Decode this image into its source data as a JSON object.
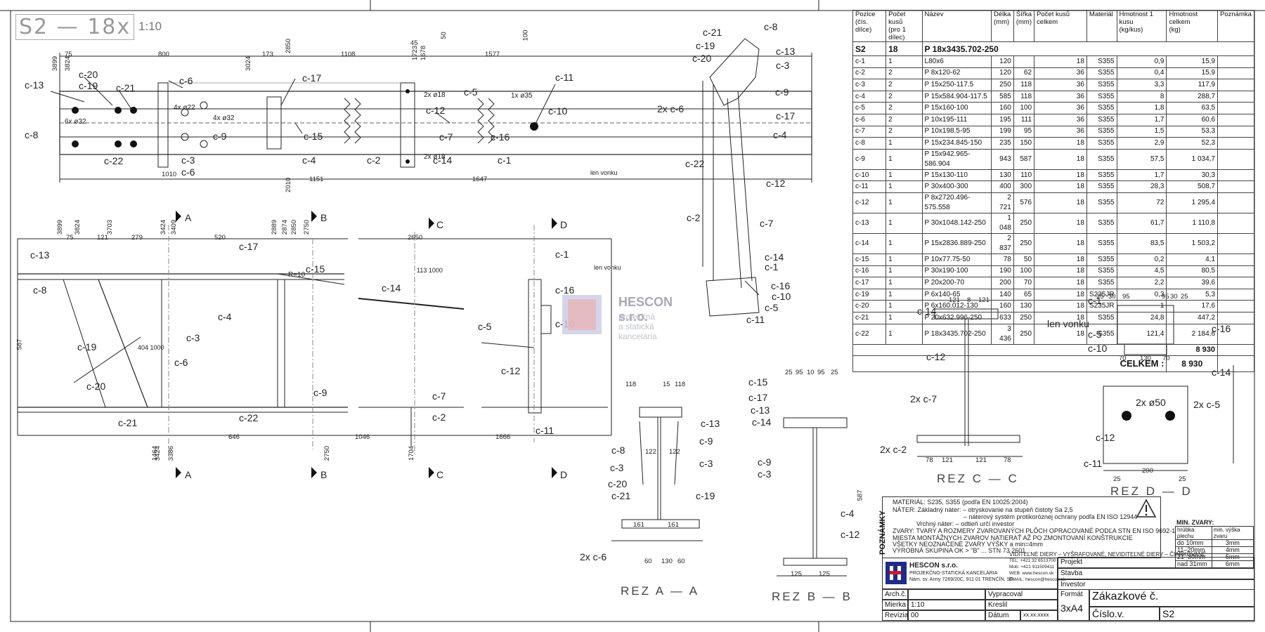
{
  "drawing": {
    "title": "S2 — 18x",
    "scale": "1:10",
    "colors": {
      "line": "#222222",
      "watermark_blue": "#c9cbe6",
      "watermark_red": "#e8b4b8"
    }
  },
  "part_labels_top": [
    "c-13",
    "c-20",
    "c-19",
    "c-21",
    "c-6",
    "c-8",
    "c-22",
    "c-3",
    "c-6",
    "c-9",
    "c-17",
    "c-15",
    "c-4",
    "c-2",
    "c-12",
    "c-7",
    "c-14",
    "c-5",
    "c-16",
    "c-1",
    "c-11",
    "c-10"
  ],
  "top_notes": {
    "holes_a": "6x ø32",
    "holes_b": "4x ø22",
    "holes_c": "4x ø32",
    "holes_d": "2x ø18",
    "holes_e": "2x ø18",
    "holes_f": "1x ø35",
    "len_vonku": "len vonku"
  },
  "top_dims": [
    "3899",
    "3824",
    "75",
    "800",
    "173",
    "2850",
    "1108",
    "1577",
    "2010",
    "3024",
    "1010",
    "1151",
    "1647",
    "1723",
    "45",
    "1678",
    "50",
    "100"
  ],
  "iso_labels": [
    "c-21",
    "c-19",
    "c-20",
    "c-8",
    "c-13",
    "c-3",
    "2x c-6",
    "c-9",
    "c-17",
    "c-4",
    "c-22",
    "c-12",
    "c-2",
    "c-7",
    "c-14",
    "c-1",
    "c-16",
    "c-10",
    "c-5",
    "c-11"
  ],
  "mid_labels": [
    "c-13",
    "c-8",
    "c-19",
    "c-20",
    "c-21",
    "c-22",
    "c-17",
    "c-15",
    "c-4",
    "c-3",
    "c-6",
    "c-9",
    "c-14",
    "c-7",
    "c-2",
    "c-1",
    "c-16",
    "c-5",
    "c-10",
    "c-12",
    "c-11"
  ],
  "mid_notes": {
    "r": "R=10",
    "slope1": "113 1000",
    "slope2": "404 1000",
    "len_vonku": "len vonku"
  },
  "mid_dims": [
    "3899",
    "3824",
    "75",
    "121",
    "3703",
    "279",
    "3424",
    "3409",
    "520",
    "2889",
    "2874",
    "2850",
    "2750",
    "2650",
    "587",
    "646",
    "1046",
    "1666",
    "2750",
    "3386",
    "3424",
    "1464",
    "1704"
  ],
  "section_marks": [
    "A",
    "B",
    "C",
    "D"
  ],
  "sections": [
    {
      "title": "REZ A — A",
      "labels": [
        "c-8",
        "c-3",
        "c-20",
        "c-21",
        "2x c-6",
        "c-13",
        "c-9",
        "c-3",
        "c-19"
      ],
      "dims": [
        "118",
        "15",
        "118",
        "122",
        "122",
        "161",
        "161",
        "60",
        "130",
        "60"
      ]
    },
    {
      "title": "REZ B — B",
      "labels": [
        "c-15",
        "c-17",
        "c-13",
        "c-14",
        "c-9",
        "c-3",
        "c-4",
        "c-12"
      ],
      "dims": [
        "25",
        "95",
        "10",
        "95",
        "25",
        "125",
        "125",
        "587"
      ]
    },
    {
      "title": "REZ C — C",
      "labels": [
        "c-14",
        "c-12",
        "2x c-7",
        "2x c-2"
      ],
      "dims": [
        "121",
        "8",
        "121",
        "78",
        "121",
        "121",
        "78"
      ]
    },
    {
      "title": "REZ D — D",
      "labels": [
        "c-1",
        "len vonku",
        "c-5",
        "c-10",
        "c-16",
        "c-14",
        "2x ø50",
        "2x c-5",
        "c-12",
        "c-11"
      ],
      "dims": [
        "25",
        "30",
        "95",
        "95",
        "30",
        "25",
        "70",
        "130",
        "70",
        "200",
        "25",
        "25"
      ]
    }
  ],
  "bom": {
    "headers": [
      "Pozice\n(čís. dílce)",
      "Počet kusů\n(pro 1 dílec)",
      "Název",
      "Délka\n(mm)",
      "Šířka\n(mm)",
      "Počet kusů celkem",
      "Materiál",
      "Hmotnost 1 kusu\n(kg/kus)",
      "Hmotnost celkem\n(kg)",
      "Poznámka"
    ],
    "main": {
      "pos": "S2",
      "count": "18",
      "name": "P 18x3435.702-250"
    },
    "rows": [
      [
        "c-1",
        "1",
        "L80x6",
        "120",
        "",
        "18",
        "S355",
        "0,9",
        "15,9"
      ],
      [
        "c-2",
        "2",
        "P 8x120-62",
        "120",
        "62",
        "36",
        "S355",
        "0,4",
        "15,9"
      ],
      [
        "c-3",
        "2",
        "P 15x250-117.5",
        "250",
        "118",
        "36",
        "S355",
        "3,3",
        "117,9"
      ],
      [
        "c-4",
        "2",
        "P 15x584.904-117.5",
        "585",
        "118",
        "36",
        "S355",
        "8",
        "288,7"
      ],
      [
        "c-5",
        "2",
        "P 15x160-100",
        "160",
        "100",
        "36",
        "S355",
        "1,8",
        "63,5"
      ],
      [
        "c-6",
        "2",
        "P 10x195-111",
        "195",
        "111",
        "36",
        "S355",
        "1,7",
        "60,6"
      ],
      [
        "c-7",
        "2",
        "P 10x198.5-95",
        "199",
        "95",
        "36",
        "S355",
        "1,5",
        "53,3"
      ],
      [
        "c-8",
        "1",
        "P 15x234.845-150",
        "235",
        "150",
        "18",
        "S355",
        "2,9",
        "52,3"
      ],
      [
        "c-9",
        "1",
        "P 15x942.965-586.904",
        "943",
        "587",
        "18",
        "S355",
        "57,5",
        "1 034,7"
      ],
      [
        "c-10",
        "1",
        "P 15x130-110",
        "130",
        "110",
        "18",
        "S355",
        "1,7",
        "30,3"
      ],
      [
        "c-11",
        "1",
        "P 30x400-300",
        "400",
        "300",
        "18",
        "S355",
        "28,3",
        "508,7"
      ],
      [
        "c-12",
        "1",
        "P 8x2720.496-575.558",
        "2 721",
        "576",
        "18",
        "S355",
        "72",
        "1 295,4"
      ],
      [
        "c-13",
        "1",
        "P 30x1048.142-250",
        "1 048",
        "250",
        "18",
        "S355",
        "61,7",
        "1 110,8"
      ],
      [
        "c-14",
        "1",
        "P 15x2836.889-250",
        "2 837",
        "250",
        "18",
        "S355",
        "83,5",
        "1 503,2"
      ],
      [
        "c-15",
        "1",
        "P 10x77.75-50",
        "78",
        "50",
        "18",
        "S355",
        "0,2",
        "4,1"
      ],
      [
        "c-16",
        "1",
        "P 30x190-100",
        "190",
        "100",
        "18",
        "S355",
        "4,5",
        "80,5"
      ],
      [
        "c-17",
        "1",
        "P 20x200-70",
        "200",
        "70",
        "18",
        "S355",
        "2,2",
        "39,6"
      ],
      [
        "c-19",
        "1",
        "P 6x140-65",
        "140",
        "65",
        "18",
        "S235JR",
        "0,3",
        "5,3"
      ],
      [
        "c-20",
        "1",
        "P 6x160.012-130",
        "160",
        "130",
        "18",
        "S235JR",
        "1",
        "17,6"
      ],
      [
        "c-21",
        "1",
        "P 20x632.996-250",
        "633",
        "250",
        "18",
        "S355",
        "24,8",
        "447,2"
      ],
      [
        "c-22",
        "1",
        "P 18x3435.702-250",
        "3 436",
        "250",
        "18",
        "S355",
        "121,4",
        "2 184,6"
      ]
    ],
    "total": "8 930",
    "celkem_label": "CELKEM :",
    "celkem_value": "8 930"
  },
  "watermark": {
    "name": "HESCON s.r.o.",
    "line1": "projekčná",
    "line2": "a statická kancelária"
  },
  "notes": {
    "vertical": "POZNÁMKY",
    "material": "MATERIÁL:  S235, S355  (podľa EN 10025:2004)",
    "nater": "NÁTER:   Základný náter:  – otryskovanie na stupeň čistoty Sa 2,5",
    "nater2": "– náterový systém protikoróznej ochrany podľa EN ISO 12944",
    "nater3": "Vrchný náter:  – odtieň určí investor",
    "zvary": "ZVARY: TVARY A ROZMERY ZVAROVANÝCH PLÔCH OPRACOVANÉ PODĽA STN EN ISO 9692-1",
    "l1": "MIESTA MONTÁŽNYCH ZVAROV NATIERAŤ AŽ PO ZMONTOVANÍ KONŠTRUKCIE",
    "l2": "VŠETKY NEOZNAČENÉ ZVARY VÝŠKY a min=4mm",
    "l3": "VÝROBNÁ SKUPINA OK > \"B\" ... STN 73 2601",
    "diery": "VIDITEĽNÉ DIERY – VYŠRAFOVANÉ, NEVIDITEĽNÉ DIERY – ČIARKOVANÉ"
  },
  "min_zvary": {
    "title": "MIN. ZVARY:",
    "h1": "hrúbka plechu",
    "h2": "min. výška zvaru",
    "rows": [
      [
        "do 10mm",
        "3mm"
      ],
      [
        "11–20mm",
        "4mm"
      ],
      [
        "21–30mm",
        "5mm"
      ],
      [
        "nad 31mm",
        "6mm"
      ]
    ]
  },
  "titleblock": {
    "company": "HESCON s.r.o.",
    "company_sub": "PROJEKČNO-STATICKÁ KANCELÁRIA",
    "address": "Nám. sv. Anny 7269/20C, 911 01  TRENČÍN, SR",
    "tel": "TEL: +421 32 6513700",
    "mob": "Mob: +421 911509411",
    "web": "WEB: www.hescon.sk",
    "email": "EMAIL: hescon@hescon.sk",
    "projekt": "Projekt",
    "stavba": "Stavba",
    "investor": "Investor",
    "arch": "Arch.č.",
    "mierka": "Mierka",
    "mierka_val": "1:10",
    "revizia": "Revízia",
    "revizia_val": "00",
    "vypracoval": "Vypracoval",
    "kreslil": "Kreslil",
    "datum": "Dátum",
    "datum_val": "xx.xx.xxxx",
    "format": "Formát",
    "format_val": "3xA4",
    "zakazkove": "Zákazkové č.",
    "cislo": "Číslo.v.",
    "cislo_val": "S2"
  }
}
